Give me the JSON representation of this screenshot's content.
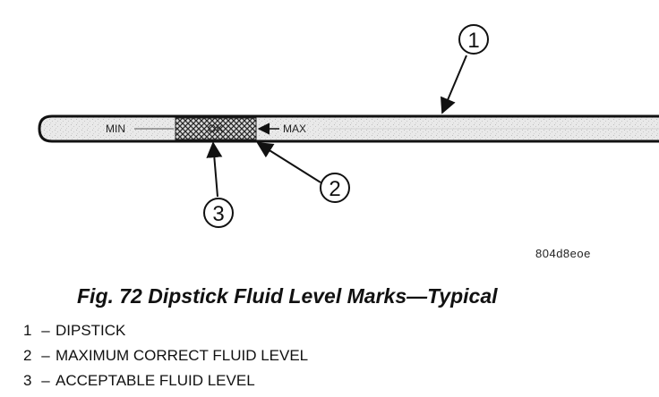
{
  "figure": {
    "stick_labels": {
      "min": "MIN",
      "ok": "OK",
      "max": "MAX"
    },
    "callouts": [
      "1",
      "2",
      "3"
    ],
    "reference_code": "804d8eoe"
  },
  "caption": "Fig. 72 Dipstick Fluid Level Marks—Typical",
  "legend": [
    {
      "number": "1",
      "separator": "–",
      "text": "DIPSTICK"
    },
    {
      "number": "2",
      "separator": "–",
      "text": "MAXIMUM CORRECT FLUID LEVEL"
    },
    {
      "number": "3",
      "separator": "–",
      "text": "ACCEPTABLE FLUID LEVEL"
    }
  ],
  "colors": {
    "ink": "#111111",
    "stick_fill": "#e6e6e6",
    "hatch": "#333333"
  }
}
